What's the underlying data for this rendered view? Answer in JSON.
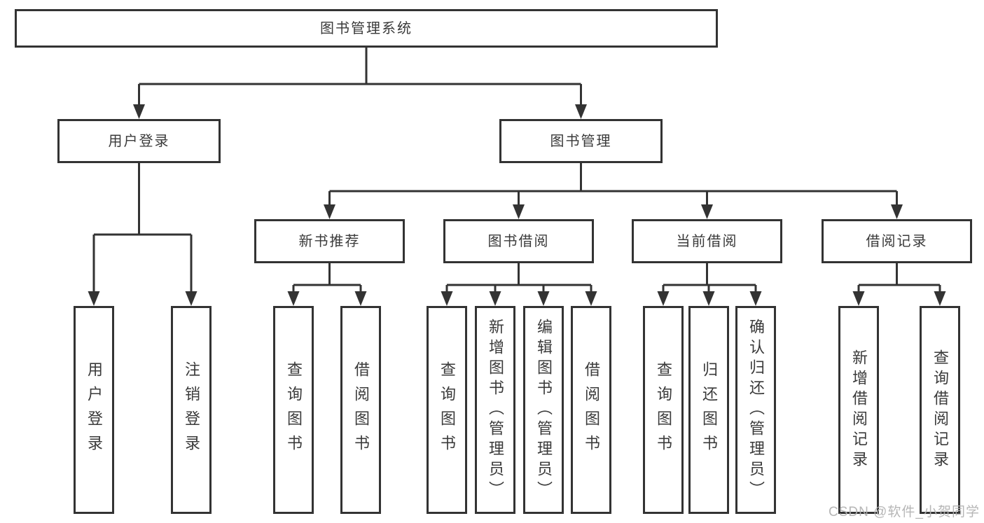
{
  "diagram": {
    "root": {
      "label": "图书管理系统"
    },
    "level2": [
      {
        "label": "用户登录"
      },
      {
        "label": "图书管理"
      }
    ],
    "level3": [
      {
        "label": "新书推荐"
      },
      {
        "label": "图书借阅"
      },
      {
        "label": "当前借阅"
      },
      {
        "label": "借阅记录"
      }
    ],
    "leaves": {
      "user_login": [
        {
          "label": "用户登录"
        },
        {
          "label": "注销登录"
        }
      ],
      "new_book": [
        {
          "label": "查询图书"
        },
        {
          "label": "借阅图书"
        }
      ],
      "book_borrow": [
        {
          "label": "查询图书"
        },
        {
          "label": "新增图书（管理员）"
        },
        {
          "label": "编辑图书（管理员）"
        },
        {
          "label": "借阅图书"
        }
      ],
      "current_borrow": [
        {
          "label": "查询图书"
        },
        {
          "label": "归还图书"
        },
        {
          "label": "确认归还（管理员）"
        }
      ],
      "borrow_record": [
        {
          "label": "新增借阅记录"
        },
        {
          "label": "查询借阅记录"
        }
      ]
    },
    "watermark": "CSDN @软件_小贺同学",
    "colors": {
      "line": "#333333",
      "text": "#3a3a3a",
      "watermark": "#b2b2b2",
      "background": "#ffffff"
    }
  }
}
